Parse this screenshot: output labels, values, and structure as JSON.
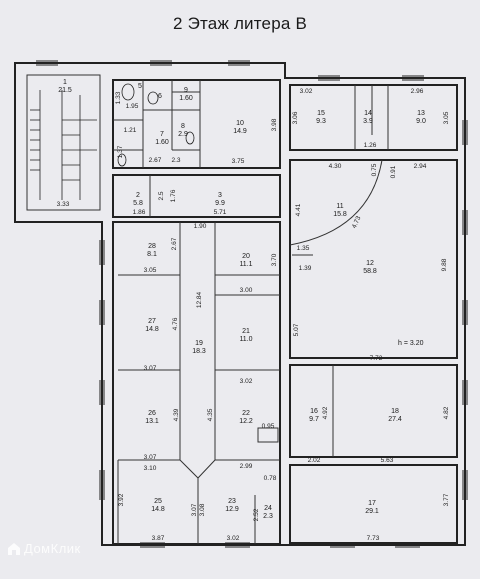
{
  "title": "2 Этаж литера В",
  "height_note": "h = 3.20",
  "watermark": "ДомКлик",
  "rooms": [
    {
      "id": "r1",
      "num": "1",
      "area": "21.5"
    },
    {
      "id": "r2",
      "num": "2",
      "area": "5.8"
    },
    {
      "id": "r3",
      "num": "3",
      "area": "9.9"
    },
    {
      "id": "r5",
      "num": "5",
      "area": ""
    },
    {
      "id": "r6",
      "num": "6",
      "area": ""
    },
    {
      "id": "r7",
      "num": "7",
      "area": "1.60"
    },
    {
      "id": "r8",
      "num": "8",
      "area": "2.9"
    },
    {
      "id": "r9",
      "num": "9",
      "area": "1.60"
    },
    {
      "id": "r10",
      "num": "10",
      "area": "14.9"
    },
    {
      "id": "r11",
      "num": "11",
      "area": "15.8"
    },
    {
      "id": "r12",
      "num": "12",
      "area": "58.8"
    },
    {
      "id": "r13",
      "num": "13",
      "area": "9.0"
    },
    {
      "id": "r14",
      "num": "14",
      "area": "3.9"
    },
    {
      "id": "r15",
      "num": "15",
      "area": "9.3"
    },
    {
      "id": "r16",
      "num": "16",
      "area": "9.7"
    },
    {
      "id": "r17",
      "num": "17",
      "area": "29.1"
    },
    {
      "id": "r18",
      "num": "18",
      "area": "27.4"
    },
    {
      "id": "r19",
      "num": "19",
      "area": "18.3"
    },
    {
      "id": "r20",
      "num": "20",
      "area": "11.1"
    },
    {
      "id": "r21",
      "num": "21",
      "area": "11.0"
    },
    {
      "id": "r22",
      "num": "22",
      "area": "12.2"
    },
    {
      "id": "r23",
      "num": "23",
      "area": "12.9"
    },
    {
      "id": "r24",
      "num": "24",
      "area": "2.3"
    },
    {
      "id": "r25",
      "num": "25",
      "area": "14.8"
    },
    {
      "id": "r26",
      "num": "26",
      "area": "13.1"
    },
    {
      "id": "r27",
      "num": "27",
      "area": "14.8"
    },
    {
      "id": "r28",
      "num": "28",
      "area": "8.1"
    }
  ],
  "dimensions": [
    "1.33",
    "1.95",
    "1.21",
    "1.37",
    "2.67",
    "2.3",
    "3.75",
    "3.98",
    "3.02",
    "3.06",
    "2.96",
    "3.05",
    "1.26",
    "3.33",
    "1.86",
    "5.71",
    "1.76",
    "2.5",
    "4.30",
    "2.94",
    "0.75",
    "0.91",
    "4.41",
    "4.73",
    "1.35",
    "1.39",
    "1.90",
    "2.67",
    "3.70",
    "3.05",
    "3.00",
    "12.84",
    "4.76",
    "3.07",
    "3.02",
    "3.07",
    "4.39",
    "4.35",
    "0.95",
    "3.10",
    "2.99",
    "3.92",
    "3.07",
    "3.08",
    "2.52",
    "3.87",
    "3.02",
    "9.88",
    "7.72",
    "5.07",
    "4.92",
    "4.82",
    "2.02",
    "5.63",
    "3.77",
    "7.73",
    "0.78"
  ]
}
